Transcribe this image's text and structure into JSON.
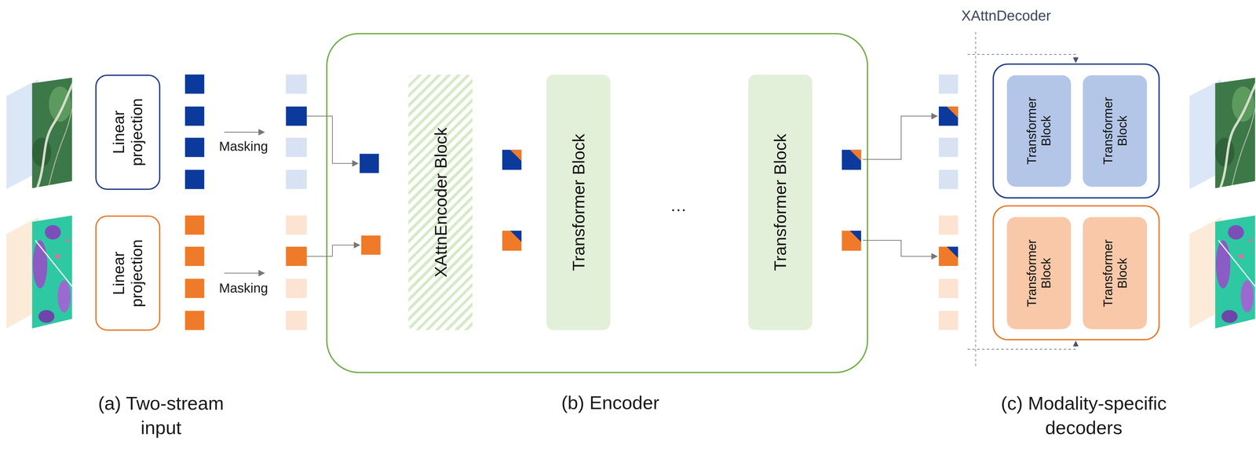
{
  "diagram": {
    "nodes": [
      {
        "text": [
          "Linear projection"
        ]
      },
      {
        "text": [
          "Linear projection"
        ]
      },
      {
        "text": [
          "XAttnEncoder Block"
        ]
      },
      {
        "text": [
          "Transformer Block"
        ]
      },
      {
        "text": [
          "Transformer Block"
        ]
      },
      {
        "text": [
          "Transformer Block"
        ]
      },
      {
        "text": [
          "Transformer Block"
        ]
      },
      {
        "text": [
          "Transformer Block"
        ]
      },
      {
        "text": [
          "Transformer Block"
        ]
      }
    ],
    "labels": [
      "XAttnDecoder",
      "Masking",
      "Masking",
      "…",
      "(a) Two-stream input",
      "(b) Encoder",
      "(c) Modality-specific decoders"
    ]
  }
}
